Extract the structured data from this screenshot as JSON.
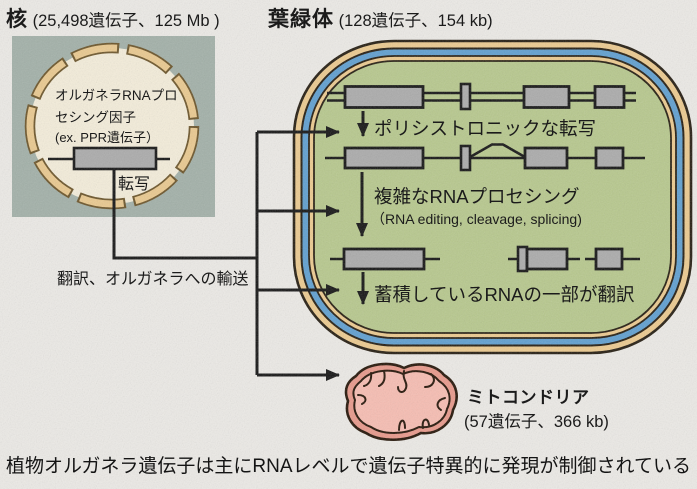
{
  "titles": {
    "nucleus": {
      "name": "核",
      "stats": "(25,498遺伝子、125 Mb )"
    },
    "chloroplast": {
      "name": "葉緑体",
      "stats": "(128遺伝子、154 kb)"
    },
    "mitochondria": {
      "name": "ミトコンドリア",
      "stats": "(57遺伝子、366 kb)"
    }
  },
  "nucleus": {
    "factor_line1": "オルガネラRNAプロ",
    "factor_line2": "セシング因子",
    "factor_line3": "(ex. PPR遺伝子）",
    "transcription_label": "転写"
  },
  "transport_label": "翻訳、オルガネラへの輸送",
  "chloroplast_steps": [
    {
      "label": "ポリシストロニックな転写"
    },
    {
      "label": "複雑なRNAプロセシング",
      "sublabel": "（RNA editing, cleavage, splicing)"
    },
    {
      "label": "蓄積しているRNAの一部が翻訳"
    }
  ],
  "summary": "植物オルガネラ遺伝子は主にRNAレベルで遺伝子特異的に発現が制御されている",
  "colors": {
    "background": "#eceae6",
    "nucleus_panel": "#a2b0a8",
    "nucleus_fill": "#f4edda",
    "envelope_tan": "#eac98f",
    "chloroplast_outer_tan": "#ecca8f",
    "chloroplast_blue": "#5f9fd0",
    "chloroplast_green": "#b7c88d",
    "gene_box_gray": "#ababab",
    "mitochondria_outer": "#e8998b",
    "mitochondria_inner": "#f7bdb2",
    "line_black": "#141414"
  }
}
